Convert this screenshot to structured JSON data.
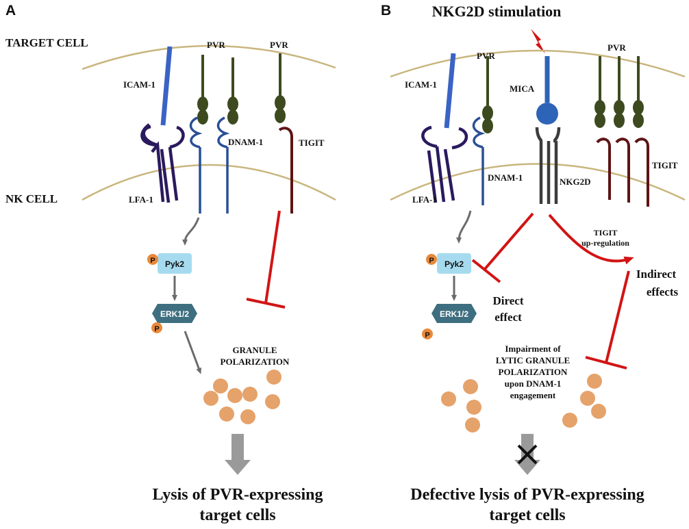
{
  "panel_a": {
    "letter": "A",
    "target_cell_label": "TARGET CELL",
    "nk_cell_label": "NK CELL",
    "icam1_label": "ICAM-1",
    "pvr_label_1": "PVR",
    "pvr_label_2": "PVR",
    "dnam1_label": "DNAM-1",
    "tigit_label": "TIGIT",
    "lfa1_label": "LFA-1",
    "pyk2_label": "Pyk2",
    "erk_label": "ERK1/2",
    "phospho_1": "P",
    "phospho_2": "P",
    "granule_line1": "GRANULE",
    "granule_line2": "POLARIZATION",
    "outcome_line1": "Lysis of PVR-expressing",
    "outcome_line2": "target cells"
  },
  "panel_b": {
    "letter": "B",
    "title": "NKG2D stimulation",
    "icam1_label": "ICAM-1",
    "pvr_label_1": "PVR",
    "pvr_label_2": "PVR",
    "mica_label": "MICA",
    "dnam1_label": "DNAM-1",
    "nkg2d_label": "NKG2D",
    "tigit_label": "TIGIT",
    "lfa1_label": "LFA-1",
    "pyk2_label": "Pyk2",
    "erk_label": "ERK1/2",
    "phospho_1": "P",
    "phospho_2": "P",
    "tigit_up_line1": "TIGIT",
    "tigit_up_line2": "up-regulation",
    "indirect_line1": "Indirect",
    "indirect_line2": "effects",
    "direct_line1": "Direct",
    "direct_line2": "effect",
    "impair_line1": "Impairment of",
    "impair_line2": "LYTIC GRANULE",
    "impair_line3": "POLARIZATION",
    "impair_line4": "upon DNAM-1",
    "impair_line5": "engagement",
    "outcome_line1": "Defective lysis of PVR-expressing",
    "outcome_line2": "target cells"
  },
  "colors": {
    "membrane": "#c9b67e",
    "lfa1": "#2b1a5e",
    "icam1": "#3a63c4",
    "dnam1": "#2a4f95",
    "pvr": "#3d4a1f",
    "tigit": "#5e1414",
    "nkg2d": "#3c3c3c",
    "mica": "#2e64b8",
    "pyk2": "#a6dbef",
    "erk": "#3e6f80",
    "phospho": "#e8893a",
    "granule": "#e5a26a",
    "inhibit": "#d21414",
    "grey_arrow": "#6b6b6b",
    "big_arrow": "#9a9a9a"
  }
}
